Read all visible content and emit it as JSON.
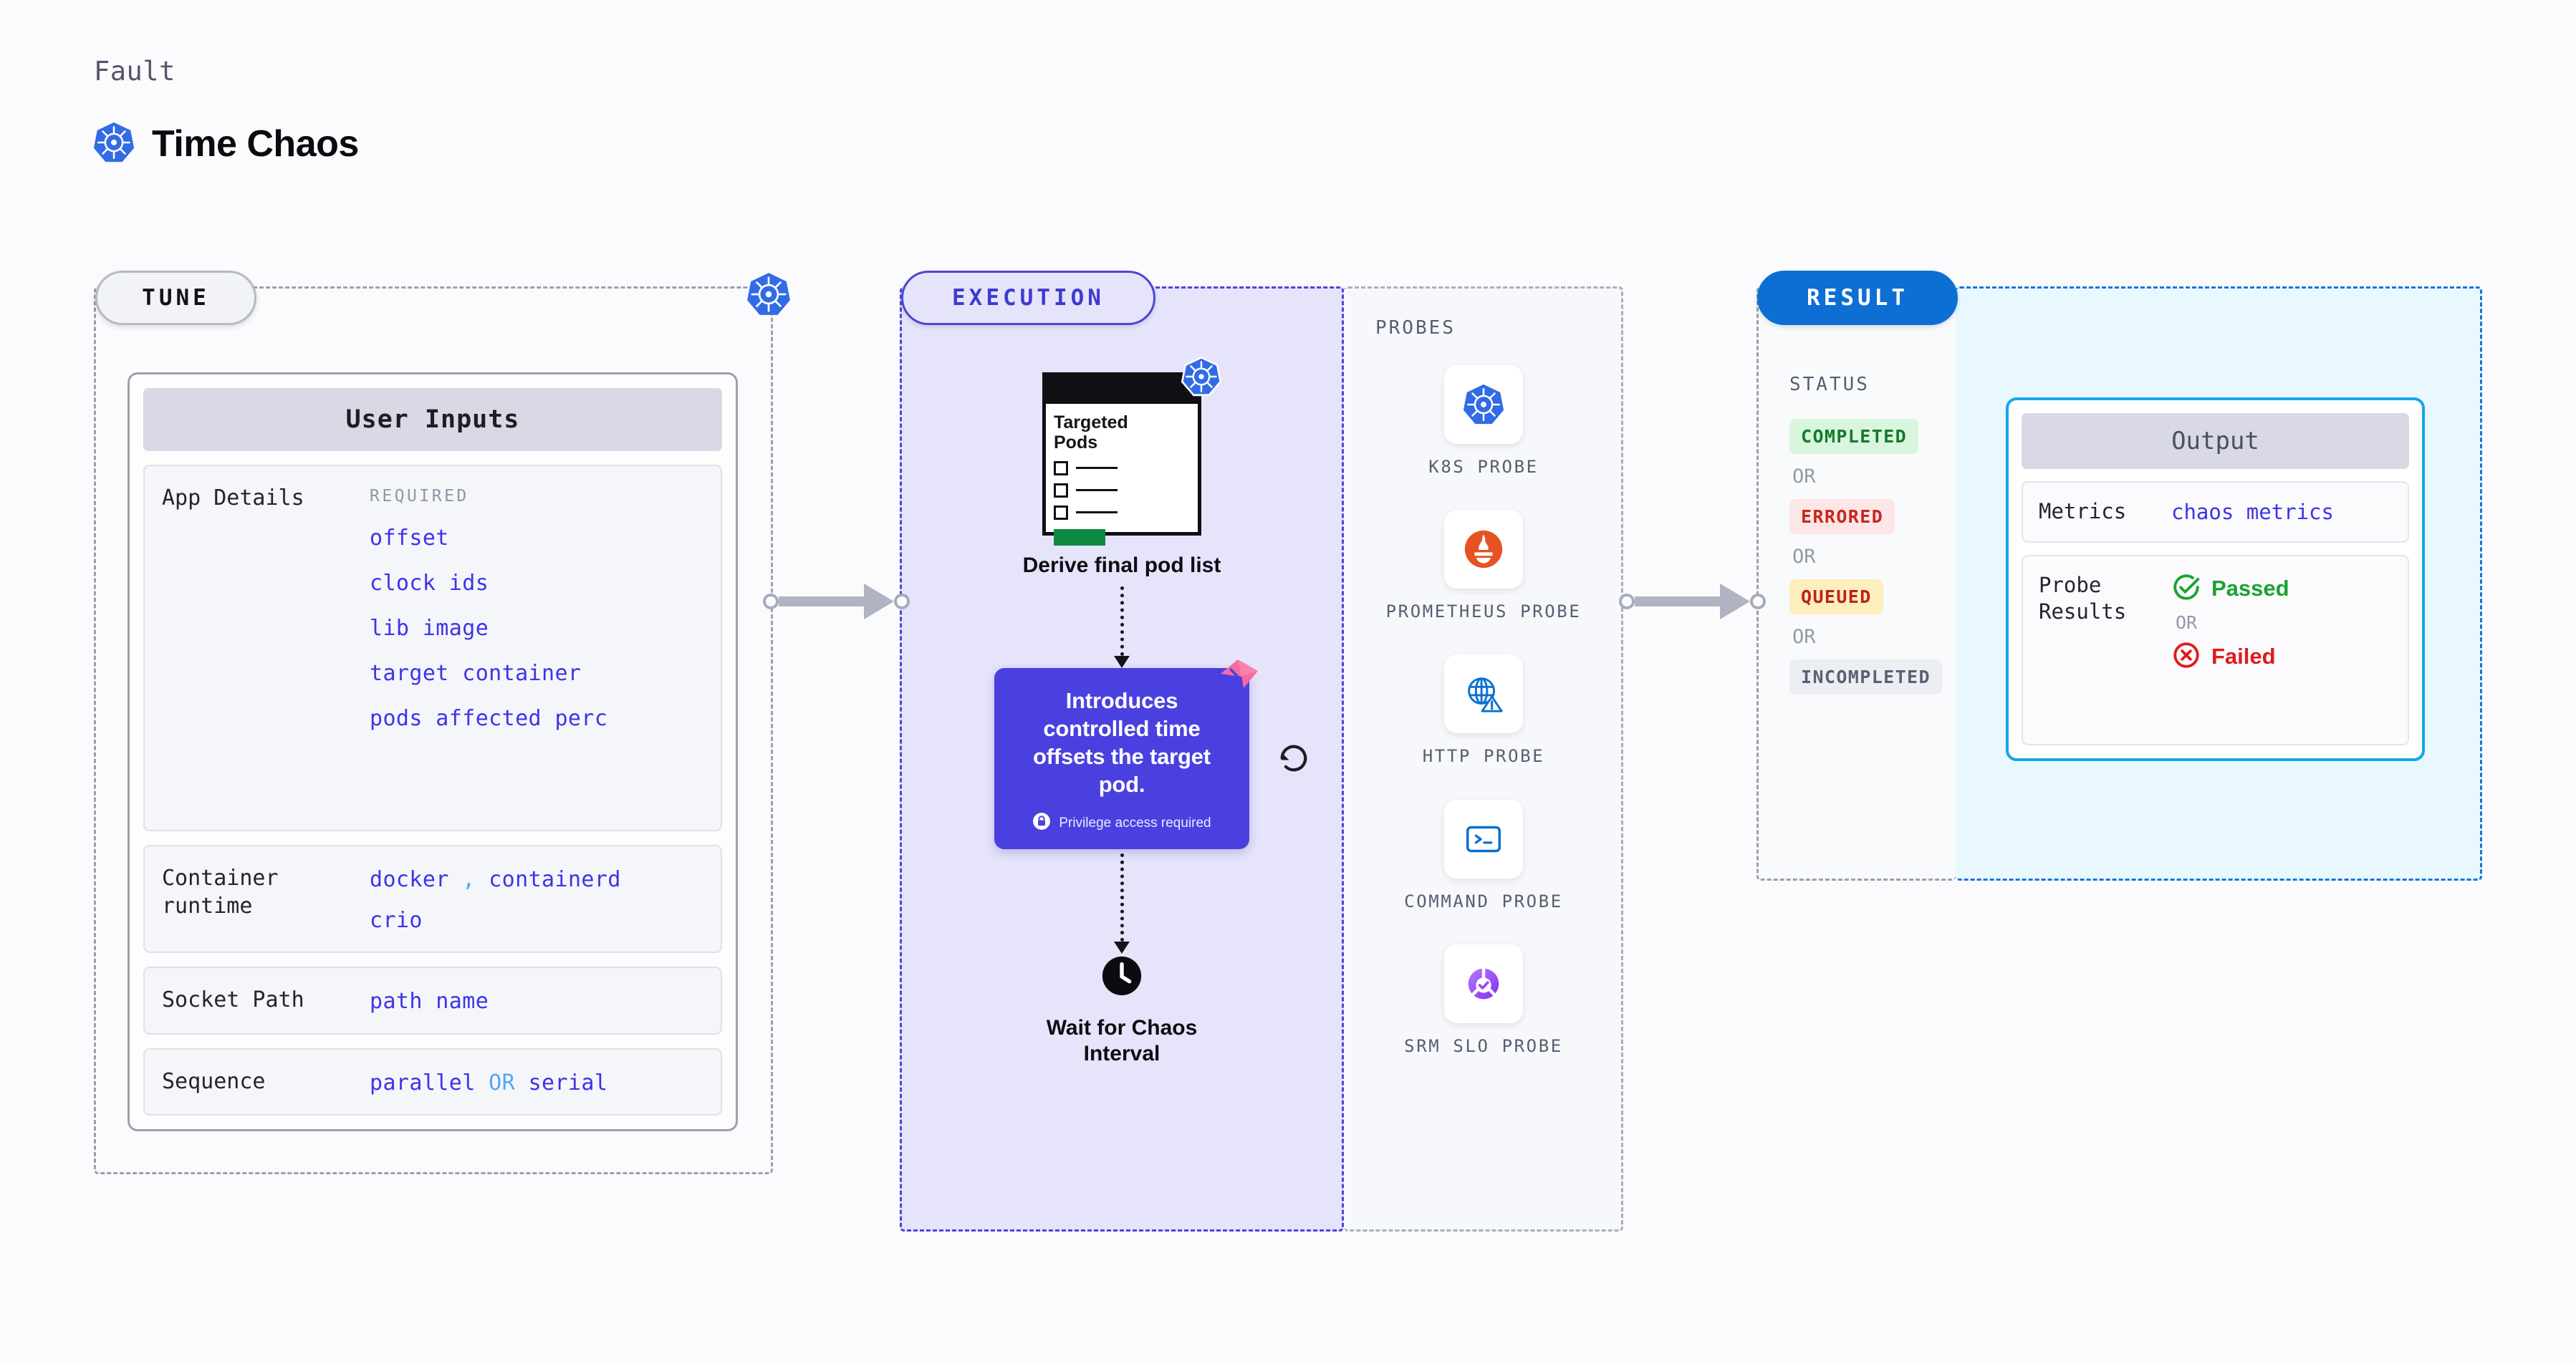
{
  "header": {
    "eyebrow": "Fault",
    "title": "Time Chaos",
    "logo_icon": "kubernetes-icon"
  },
  "stages": {
    "tune": "TUNE",
    "execution": "EXECUTION",
    "result": "RESULT"
  },
  "tune": {
    "card_title": "User Inputs",
    "rows": [
      {
        "label": "App Details",
        "required_tag": "REQUIRED",
        "values": [
          "offset",
          "clock ids",
          "lib image",
          "target container",
          "pods affected perc"
        ]
      },
      {
        "label": "Container runtime",
        "values_line1_a": "docker",
        "values_sep": ",",
        "values_line1_b": "containerd",
        "values_line2": "crio"
      },
      {
        "label": "Socket Path",
        "value": "path name"
      },
      {
        "label": "Sequence",
        "value_a": "parallel",
        "value_sep": "OR",
        "value_b": "serial"
      }
    ]
  },
  "execution": {
    "pods_card": {
      "title_line1": "Targeted",
      "title_line2": "Pods",
      "badge_icon": "kubernetes-icon"
    },
    "node1_label": "Derive final pod list",
    "fault_card": {
      "message": "Introduces controlled time offsets the target pod.",
      "privilege_note": "Privilege access required",
      "lock_icon": "lock-icon",
      "ribbon_icon": "ribbon-icon",
      "revert_icon": "revert-icon"
    },
    "node2_label_line1": "Wait for Chaos",
    "node2_label_line2": "Interval",
    "clock_icon": "clock-icon"
  },
  "probes": {
    "title": "PROBES",
    "items": [
      {
        "name": "K8S PROBE",
        "icon": "kubernetes-icon"
      },
      {
        "name": "PROMETHEUS PROBE",
        "icon": "prometheus-icon"
      },
      {
        "name": "HTTP PROBE",
        "icon": "http-globe-icon"
      },
      {
        "name": "COMMAND PROBE",
        "icon": "terminal-icon"
      },
      {
        "name": "SRM SLO PROBE",
        "icon": "srm-slo-icon"
      }
    ]
  },
  "result": {
    "status_title": "STATUS",
    "or_label": "OR",
    "statuses": [
      "COMPLETED",
      "ERRORED",
      "QUEUED",
      "INCOMPLETED"
    ]
  },
  "output": {
    "card_title": "Output",
    "metrics_label": "Metrics",
    "metrics_value": "chaos metrics",
    "probe_results_label": "Probe Results",
    "passed_label": "Passed",
    "failed_label": "Failed",
    "or_label": "OR",
    "pass_icon": "check-circle-icon",
    "fail_icon": "x-circle-icon"
  },
  "colors": {
    "kubernetes_blue": "#326ce5",
    "execution_purple": "#4b46d6",
    "fault_card": "#4a40e0",
    "result_blue": "#0d6fd4",
    "output_cyan": "#13a8e8",
    "value_indigo": "#3c34e8",
    "pass_green": "#18a330",
    "fail_red": "#e01b1b"
  }
}
